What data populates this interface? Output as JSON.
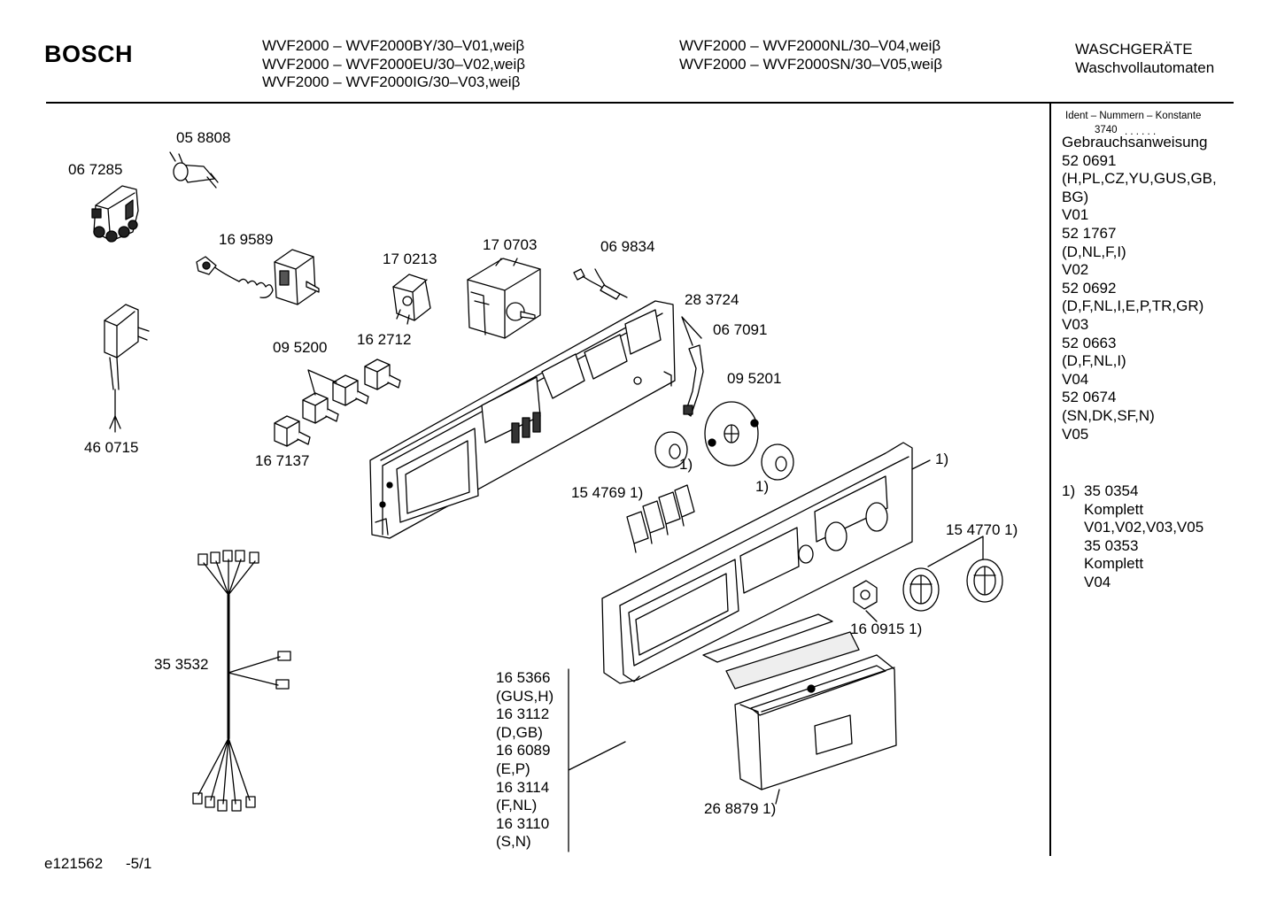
{
  "header": {
    "brand": "BOSCH",
    "models_left": [
      "WVF2000 – WVF2000BY/30–V01,weiβ",
      "WVF2000 – WVF2000EU/30–V02,weiβ",
      "WVF2000 – WVF2000IG/30–V03,weiβ"
    ],
    "models_right": [
      "WVF2000 – WVF2000NL/30–V04,weiβ",
      "WVF2000 – WVF2000SN/30–V05,weiβ"
    ],
    "category": [
      "WASCHGERÄTE",
      "Waschvollautomaten"
    ]
  },
  "sidebar": {
    "heading": "Ident – Nummern – Konstante",
    "code": "3740",
    "dots": ". . . . . .",
    "lines": [
      "Gebrauchsanweisung",
      "52 0691",
      "(H,PL,CZ,YU,GUS,GB,",
      "BG)",
      "V01",
      "52 1767",
      "(D,NL,F,I)",
      "V02",
      "52 0692",
      "(D,F,NL,I,E,P,TR,GR)",
      "V03",
      "52 0663",
      "(D,F,NL,I)",
      "V04",
      "52 0674",
      "(SN,DK,SF,N)",
      "V05"
    ],
    "footnote_marker": "1)",
    "footnote_lines": [
      "35 0354",
      "Komplett",
      "V01,V02,V03,V05",
      "35 0353",
      "Komplett",
      "V04"
    ]
  },
  "parts": {
    "p058808": "05 8808",
    "p067285": "06 7285",
    "p169589": "16 9589",
    "p170213": "17 0213",
    "p170703": "17 0703",
    "p069834": "06 9834",
    "p283724": "28 3724",
    "p067091": "06 7091",
    "p095200": "09 5200",
    "p162712": "16 2712",
    "p460715": "46 0715",
    "p167137": "16 7137",
    "p095201": "09 5201",
    "fn1a": "1)",
    "fn1b": "1)",
    "fn1c": "1)",
    "p154769": "15 4769 1)",
    "p154770": "15 4770 1)",
    "p160915": "16 0915 1)",
    "p353532": "35 3532",
    "p268879": "26 8879 1)"
  },
  "leader_list": [
    "16 5366",
    "(GUS,H)",
    "16 3112",
    "(D,GB)",
    "16 6089",
    "(E,P)",
    "16 3114",
    "(F,NL)",
    "16 3110",
    "(S,N)"
  ],
  "footer": {
    "doc_id": "e121562",
    "page": "-5/1"
  }
}
